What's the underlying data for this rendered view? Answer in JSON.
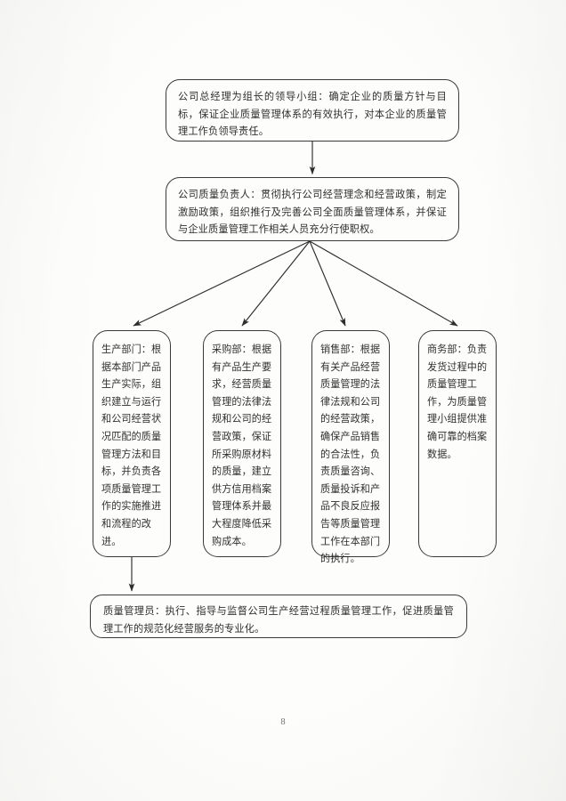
{
  "document": {
    "page_number": "8",
    "type": "organizational-responsibility-flowchart"
  },
  "diagram": {
    "title_node": {
      "name": "leadership-group",
      "text": "公司总经理为组长的领导小组：确定企业的质量方针与目标，保证企业质量管理体系的有效执行，对本企业的质量管理工作负领导责任。"
    },
    "second_node": {
      "name": "quality-officer",
      "text": "公司质量负责人：贯彻执行公司经营理念和经营政策，制定激励政策，组织推行及完善公司全面质量管理体系，并保证与企业质量管理工作相关人员充分行使职权。"
    },
    "departments": [
      {
        "name": "production-department",
        "label": "生产部门",
        "text": "生产部门：根据本部门产品生产实际，组织建立与运行和公司经营状况匹配的质量管理方法和目标，并负责各项质量管理工作的实施推进和流程的改进。"
      },
      {
        "name": "purchasing-department",
        "label": "采购部",
        "text": "采购部：根据有产品生产要求，经营质量管理的法律法规和公司的经营政策，保证所采购原材料的质量，建立供方信用档案管理体系并最大程度降低采购成本。"
      },
      {
        "name": "sales-department",
        "label": "销售部",
        "text": "销售部：根据有关产品经营质量管理的法律法规和公司的经营政策，确保产品销售的合法性，负责质量咨询、质量投诉和产品不良反应报告等质量管理工作在本部门的执行。"
      },
      {
        "name": "business-department",
        "label": "商务部",
        "text": "商务部：负责发货过程中的质量管理工作，为质量管理小组提供准确可靠的档案数据。"
      }
    ],
    "bottom_node": {
      "name": "quality-manager",
      "text": "质量管理员：执行、指导与监督公司生产经营过程质量管理工作，促进质量管理工作的规范化经营服务的专业化。"
    },
    "connectors": [
      {
        "name": "arrow-leadership-to-quality-officer",
        "from": "leadership-group",
        "to": "quality-officer",
        "style": "vertical-down"
      },
      {
        "name": "arrow-quality-officer-to-production",
        "from": "quality-officer",
        "to": "production-department",
        "style": "fan-out"
      },
      {
        "name": "arrow-quality-officer-to-purchasing",
        "from": "quality-officer",
        "to": "purchasing-department",
        "style": "fan-out"
      },
      {
        "name": "arrow-quality-officer-to-sales",
        "from": "quality-officer",
        "to": "sales-department",
        "style": "fan-out"
      },
      {
        "name": "arrow-quality-officer-to-business",
        "from": "quality-officer",
        "to": "business-department",
        "style": "fan-out"
      },
      {
        "name": "arrow-production-to-quality-manager",
        "from": "production-department",
        "to": "quality-manager",
        "style": "vertical-down"
      }
    ],
    "colors": {
      "ink": "#1b1b1b",
      "stroke": "#3a3a3a",
      "paper": "#fdfdfb"
    }
  }
}
